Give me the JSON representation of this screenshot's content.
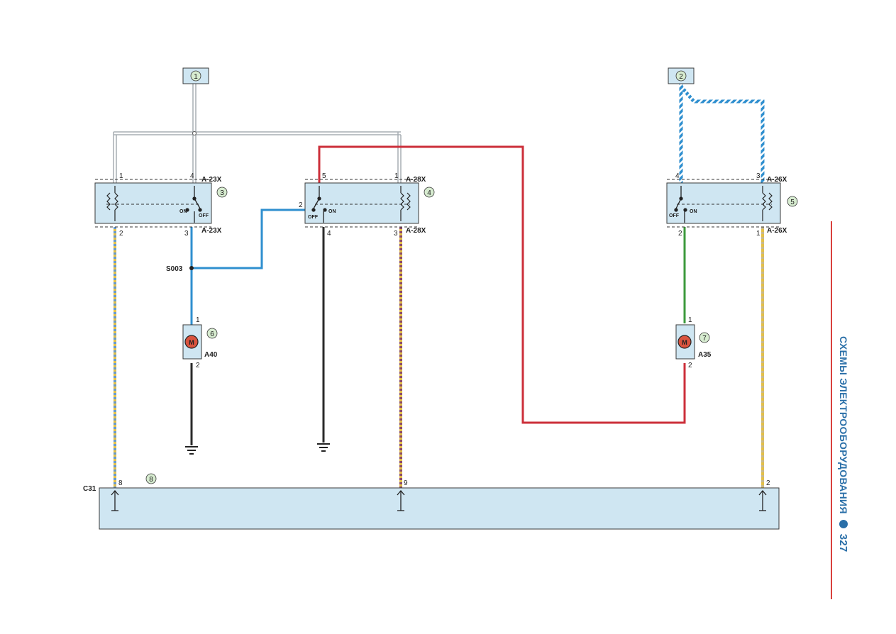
{
  "colors": {
    "module_fill": "#cfe6f2",
    "module_stroke": "#3a3a3a",
    "wire_gray": "#9aa0a6",
    "wire_blue": "#2f8fcf",
    "wire_red": "#cc2f3a",
    "wire_black": "#2a2a2a",
    "wire_green": "#3c9a3c",
    "wire_yellow": "#e3c04a",
    "callout_fill": "#d7ecd0",
    "accent_blue": "#2a6fa8",
    "side_rule": "#d9413d"
  },
  "callouts": {
    "c1": "1",
    "c2": "2",
    "c3": "3",
    "c4": "4",
    "c5": "5",
    "c6": "6",
    "c7": "7",
    "c8": "8"
  },
  "connectors": {
    "sw3": {
      "top": "A-23X",
      "bottom": "A-23X",
      "pin_tl": "1",
      "pin_tr": "4",
      "pin_bl": "2",
      "pin_br": "3",
      "on": "ON",
      "off": "OFF"
    },
    "sw4": {
      "top": "A-28X",
      "bottom": "A-28X",
      "pin_tl": "5",
      "pin_tr": "1",
      "pin_ml": "2",
      "pin_bl": "4",
      "pin_br": "3",
      "on": "ON",
      "off": "OFF"
    },
    "sw5": {
      "top": "A-26X",
      "bottom": "A-26X",
      "pin_tl": "4",
      "pin_tr": "3",
      "pin_bl": "2",
      "pin_br": "1",
      "on": "ON",
      "off": "OFF"
    }
  },
  "splice": "S003",
  "motors": {
    "m6": {
      "label": "A40",
      "symbol": "M",
      "pin_top": "1",
      "pin_bottom": "2"
    },
    "m7": {
      "label": "A35",
      "symbol": "M",
      "pin_top": "1",
      "pin_bottom": "2"
    }
  },
  "bottom_connector": {
    "label": "C31",
    "pin_a": "8",
    "pin_b": "9",
    "pin_c": "2"
  },
  "side_heading": {
    "text": "СХЕМЫ ЭЛЕКТРООБОРУДОВАНИЯ",
    "page": "327"
  }
}
